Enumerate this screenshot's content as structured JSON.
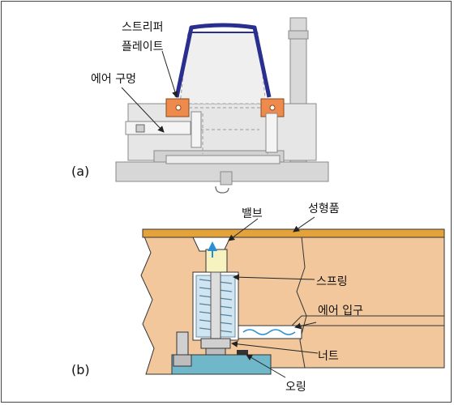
{
  "figure_a": {
    "tag": "(a)",
    "labels": {
      "stripper_line1": "스트리퍼",
      "stripper_line2": "플레이트",
      "air_hole": "에어 구멍"
    }
  },
  "figure_b": {
    "tag": "(b)",
    "labels": {
      "valve": "밸브",
      "molded_part": "성형품",
      "spring": "스프링",
      "air_inlet": "에어 입구",
      "nut": "너트",
      "o_ring": "오링"
    }
  },
  "colors": {
    "mold_body": "#f2c79c",
    "molded_part": "#e3a23a",
    "stripper_plate": "#ee8a4c",
    "mold_line": "#2a2f8f",
    "base_plate": "#6fb7c9",
    "gray_part": "#c7c7c7",
    "spring_fill": "#cfe6f2"
  }
}
